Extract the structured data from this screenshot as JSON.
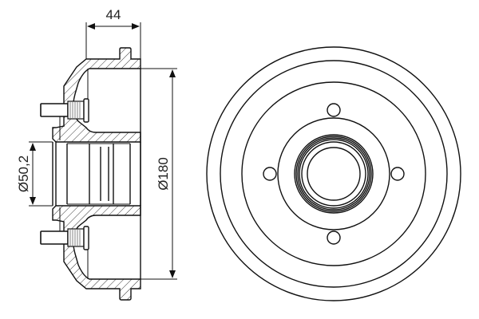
{
  "drawing": {
    "title": "Brake drum technical drawing",
    "stroke_color": "#111111",
    "background": "#ffffff"
  },
  "dimensions": {
    "width": {
      "label": "44",
      "value": 44
    },
    "bore_diameter": {
      "label": "Ø50,2",
      "value": 50.2
    },
    "outer_diameter": {
      "label": "Ø180",
      "value": 180
    }
  },
  "views": {
    "section_view": {
      "name": "side-section",
      "wheel_studs": 2
    },
    "front_view": {
      "name": "front",
      "bolt_holes": 4,
      "concentric_rings": 3
    }
  }
}
